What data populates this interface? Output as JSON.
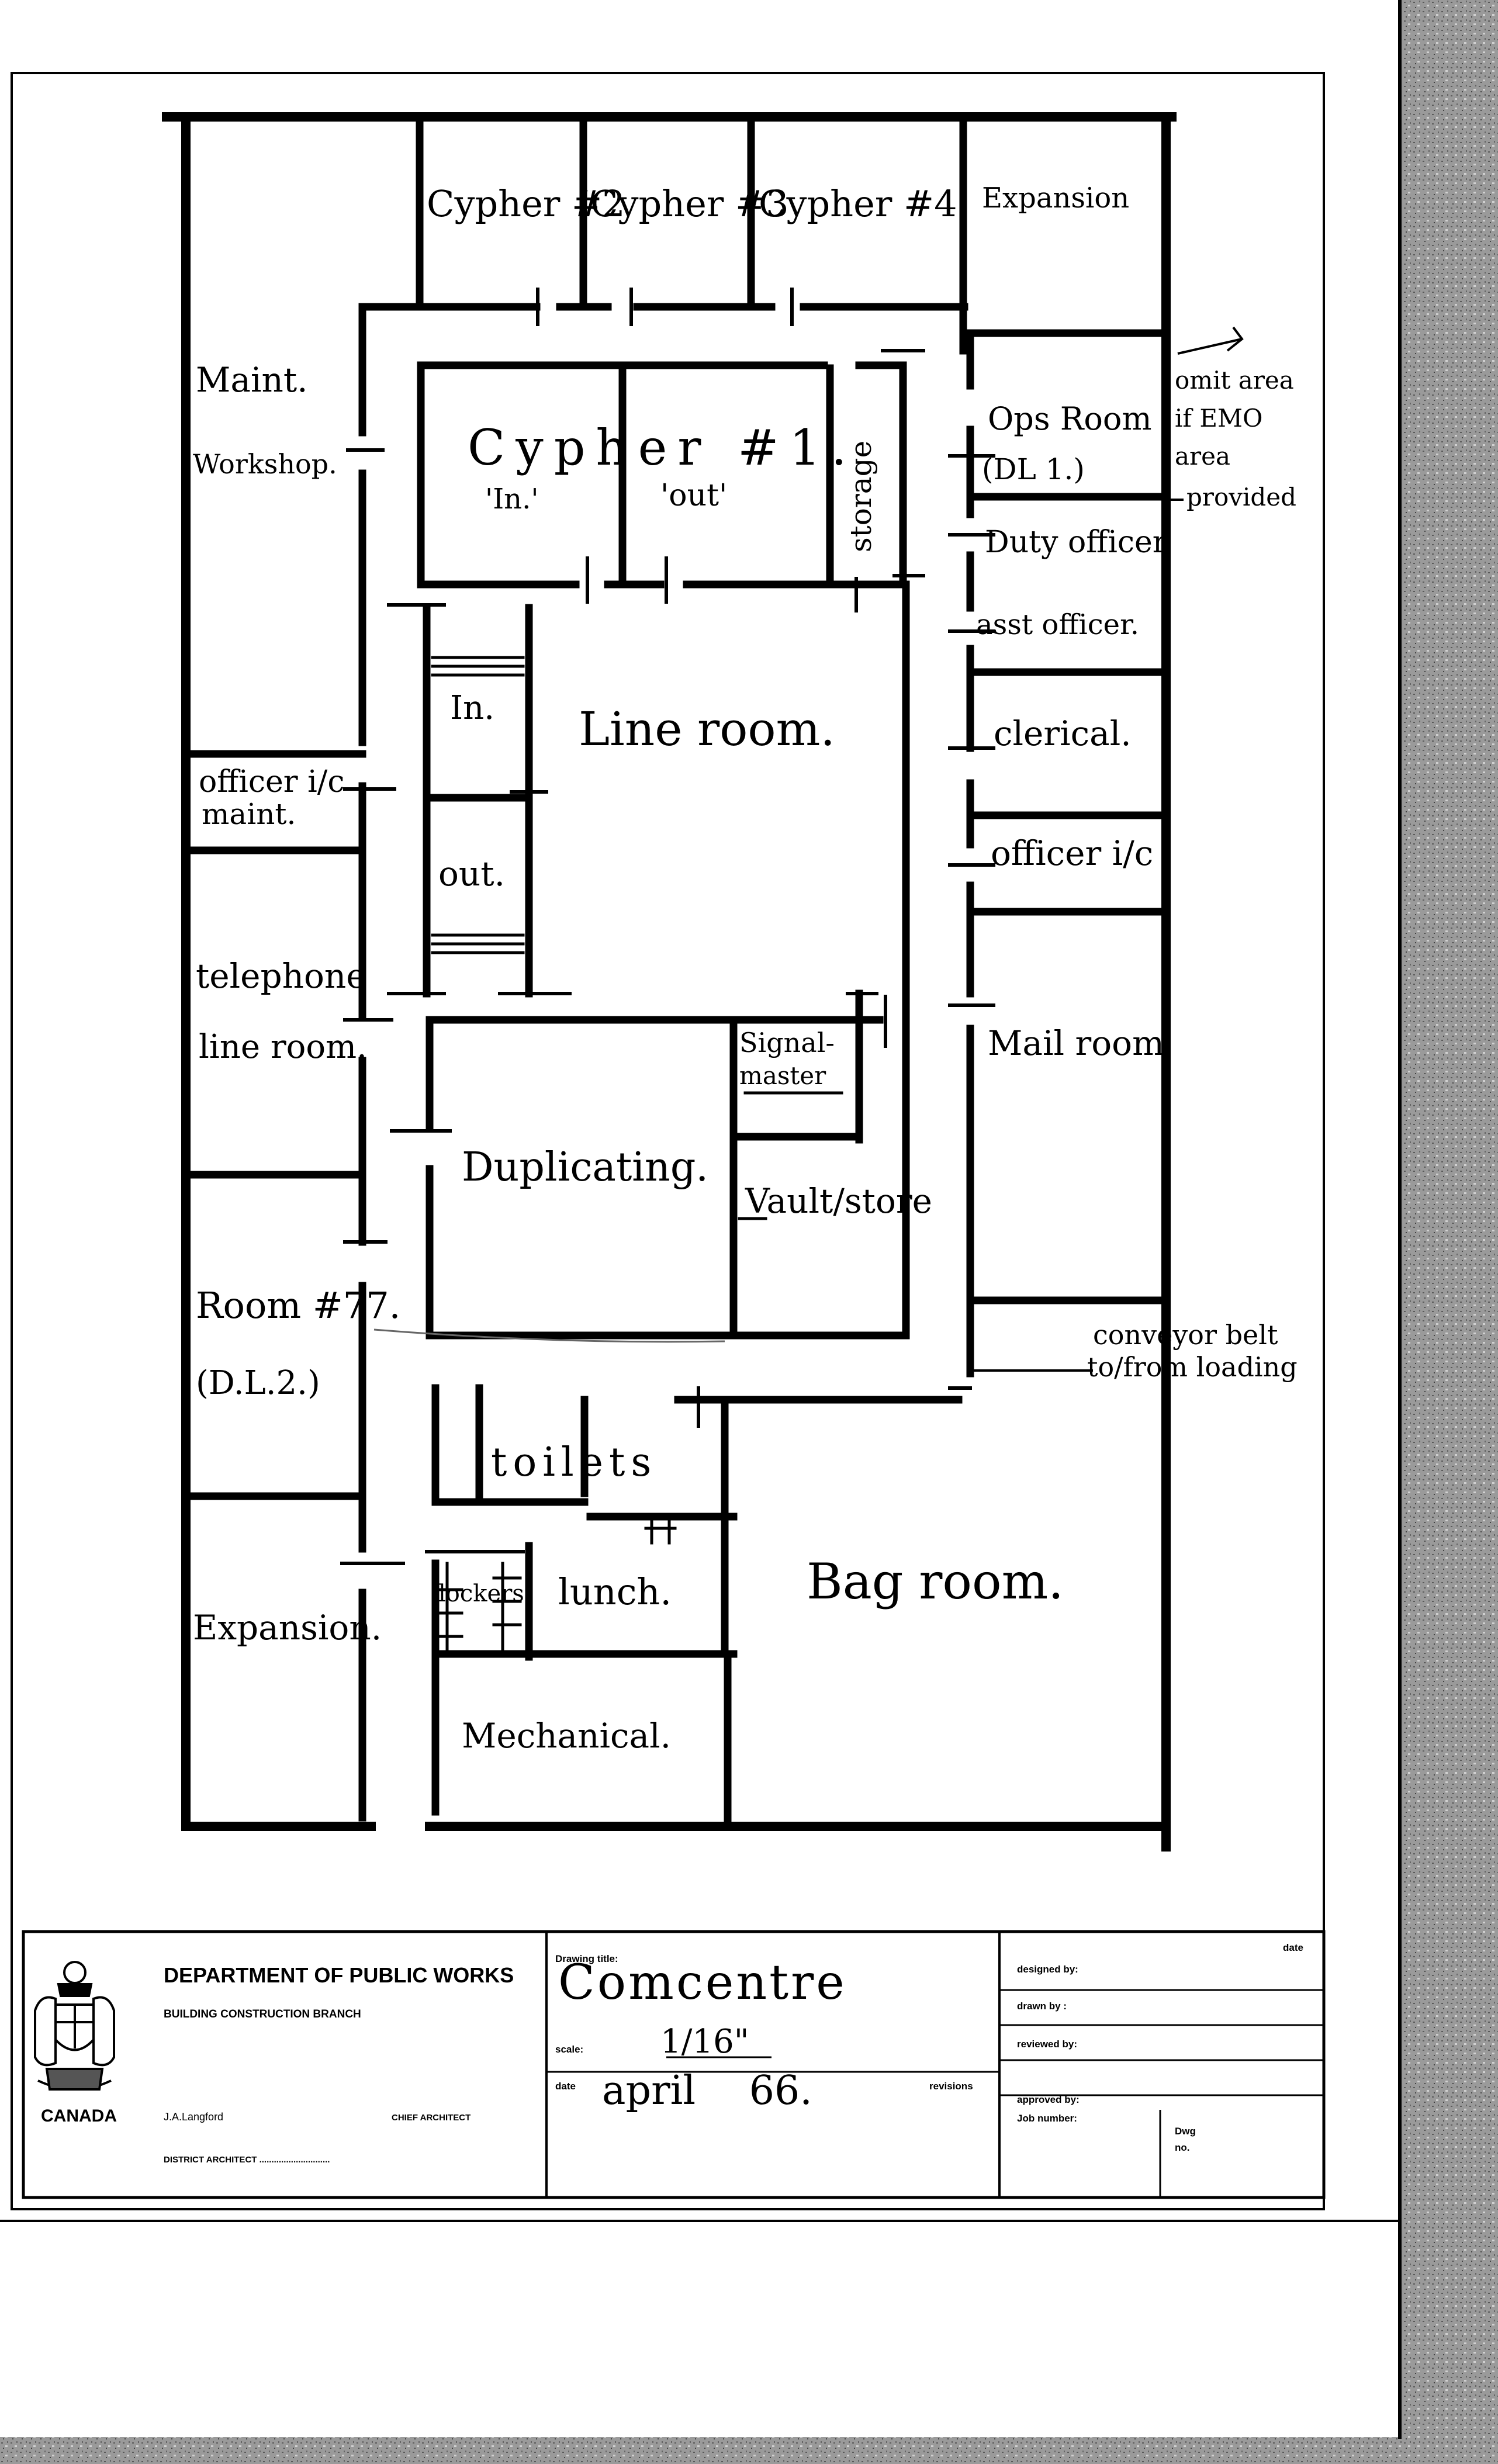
{
  "rooms": {
    "cypher2": "Cypher #2",
    "cypher3": "Cypher #3",
    "cypher4": "Cypher #4.",
    "expansion_top": "Expansion",
    "maint_workshop_1": "Maint.",
    "maint_workshop_2": "Workshop.",
    "cypher1": "Cypher #1.",
    "cypher1_in": "'In.'",
    "cypher1_out": "'out'",
    "storage": "storage",
    "ops_room_1": "Ops Room",
    "ops_room_2": "(DL 1.)",
    "duty_officer": "Duty officer",
    "asst_officer": "asst officer.",
    "clerical": "clerical.",
    "officer_ic_right": "officer i/c",
    "line_room": "Line room.",
    "line_in": "In.",
    "line_out": "out.",
    "officer_maint_1": "officer i/c",
    "officer_maint_2": "maint.",
    "telephone_1": "telephone",
    "telephone_2": "line room.",
    "signal_master_1": "Signal-",
    "signal_master_2": "master",
    "mail_room": "Mail room",
    "duplicating": "Duplicating.",
    "vault_store": "Vault/store",
    "room77_1": "Room #77.",
    "room77_2": "(D.L.2.)",
    "toilets": "toilets",
    "bag_room": "Bag room.",
    "lockers": "lockers",
    "lunch": "lunch.",
    "expansion_left": "Expansion.",
    "mechanical": "Mechanical."
  },
  "notes": {
    "omit_1": "omit area",
    "omit_2": "if EMO",
    "omit_3": "area",
    "omit_4": "provided",
    "conveyor_1": "conveyor belt",
    "conveyor_2": "to/from loading"
  },
  "title_block": {
    "department": "DEPARTMENT OF PUBLIC WORKS",
    "branch": "BUILDING CONSTRUCTION BRANCH",
    "country": "CANADA",
    "chief_name": "J.A.Langford",
    "chief_title": "CHIEF ARCHITECT",
    "district": "DISTRICT ARCHITECT .............................",
    "drawing_title_label": "Drawing title:",
    "drawing_title": "Comcentre",
    "scale_label": "scale:",
    "scale": "1/16\"",
    "date_label": "date",
    "date_value": "april 66.",
    "revisions_label": "revisions",
    "designed_by": "designed by:",
    "drawn_by": "drawn by :",
    "reviewed_by": "reviewed by:",
    "approved_by": "approved by:",
    "job_number": "Job number:",
    "dwg_no_1": "Dwg",
    "dwg_no_2": "no.",
    "date_header": "date"
  },
  "colors": {
    "ink": "#000000",
    "paper": "#ffffff",
    "scan_edge": "#8a8a8a"
  }
}
